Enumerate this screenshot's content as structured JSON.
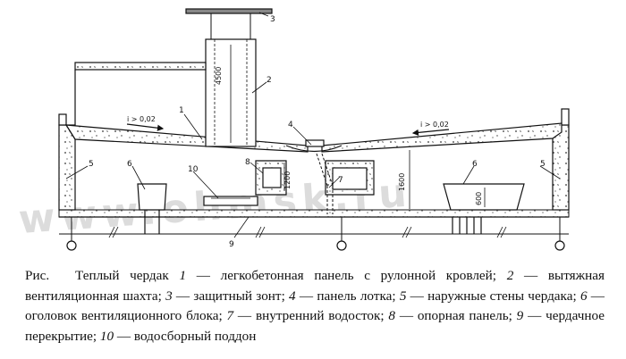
{
  "drawing": {
    "slope_left": "i > 0,02",
    "slope_right": "i > 0,02",
    "dims": {
      "shaft_height": "4500",
      "support_height": "1200",
      "attic_height": "1600",
      "block_height": "600"
    },
    "labels": {
      "n1": "1",
      "n2": "2",
      "n3": "3",
      "n4": "4",
      "n5_left": "5",
      "n5_right": "5",
      "n6_left": "6",
      "n6_right": "6",
      "n7": "7",
      "n8": "8",
      "n9": "9",
      "n10": "10"
    },
    "watermark": "www.ohmsk.ru"
  },
  "caption": {
    "prefix": "Рис.",
    "intro": "Теплый чердак",
    "items": [
      {
        "num": "1",
        "text": "легкобетонная панель с рулонной кровлей"
      },
      {
        "num": "2",
        "text": "вытяжная вентиляционная шахта"
      },
      {
        "num": "3",
        "text": "защитный зонт"
      },
      {
        "num": "4",
        "text": "панель лотка"
      },
      {
        "num": "5",
        "text": "наружные стены чердака"
      },
      {
        "num": "6",
        "text": "оголовок вентиляционного блока"
      },
      {
        "num": "7",
        "text": "внутренний водосток"
      },
      {
        "num": "8",
        "text": "опорная панель"
      },
      {
        "num": "9",
        "text": "чердачное перекрытие"
      },
      {
        "num": "10",
        "text": "водосборный поддон"
      }
    ]
  }
}
